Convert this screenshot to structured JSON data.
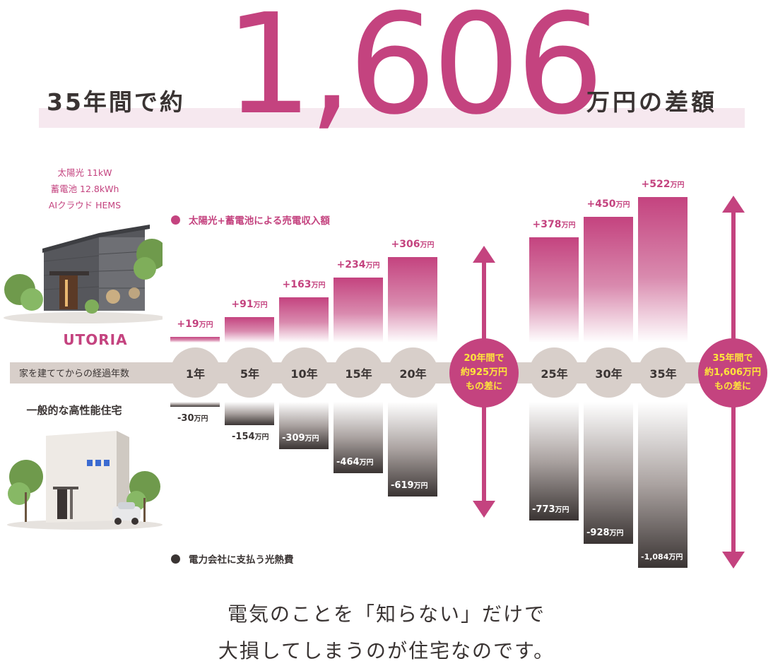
{
  "headline": {
    "prefix": "35年間で約",
    "number": "1,606",
    "suffix": "万円の差額"
  },
  "utoria": {
    "specs": [
      "太陽光 11kW",
      "蓄電池 12.8kWh",
      "AIクラウド HEMS"
    ],
    "name": "UTORIA"
  },
  "general_house": {
    "label": "一般的な高性能住宅"
  },
  "legend": {
    "income": "太陽光+蓄電池による売電収入額",
    "cost": "電力会社に支払う光熱費"
  },
  "timeline": {
    "label": "家を建ててからの経過年数"
  },
  "differences": [
    {
      "lines": [
        "20年間で",
        "約925万円",
        "もの差に"
      ]
    },
    {
      "lines": [
        "35年間で",
        "約1,606万円",
        "もの差に"
      ]
    }
  ],
  "colors": {
    "accent": "#c4437f",
    "dark": "#3a3433",
    "highlight": "#ffe53b",
    "timeline": "#d8cfca",
    "band": "#f6e8ef"
  },
  "chart_data": {
    "type": "bar",
    "categories": [
      "1年",
      "5年",
      "10年",
      "15年",
      "20年",
      "25年",
      "30年",
      "35年"
    ],
    "unit": "万円",
    "series": [
      {
        "name": "太陽光+蓄電池による売電収入額",
        "values": [
          19,
          91,
          163,
          234,
          306,
          378,
          450,
          522
        ],
        "labels": [
          "+19",
          "+91",
          "+163",
          "+234",
          "+306",
          "+378",
          "+450",
          "+522"
        ]
      },
      {
        "name": "電力会社に支払う光熱費",
        "values": [
          -30,
          -154,
          -309,
          -464,
          -619,
          -773,
          -928,
          -1084
        ],
        "labels": [
          "-30",
          "-154",
          "-309",
          "-464",
          "-619",
          "-773",
          "-928",
          "-1,084"
        ]
      }
    ]
  },
  "closing": {
    "line1": "電気のことを「知らない」だけで",
    "line2": "大損してしまうのが住宅なのです。"
  }
}
